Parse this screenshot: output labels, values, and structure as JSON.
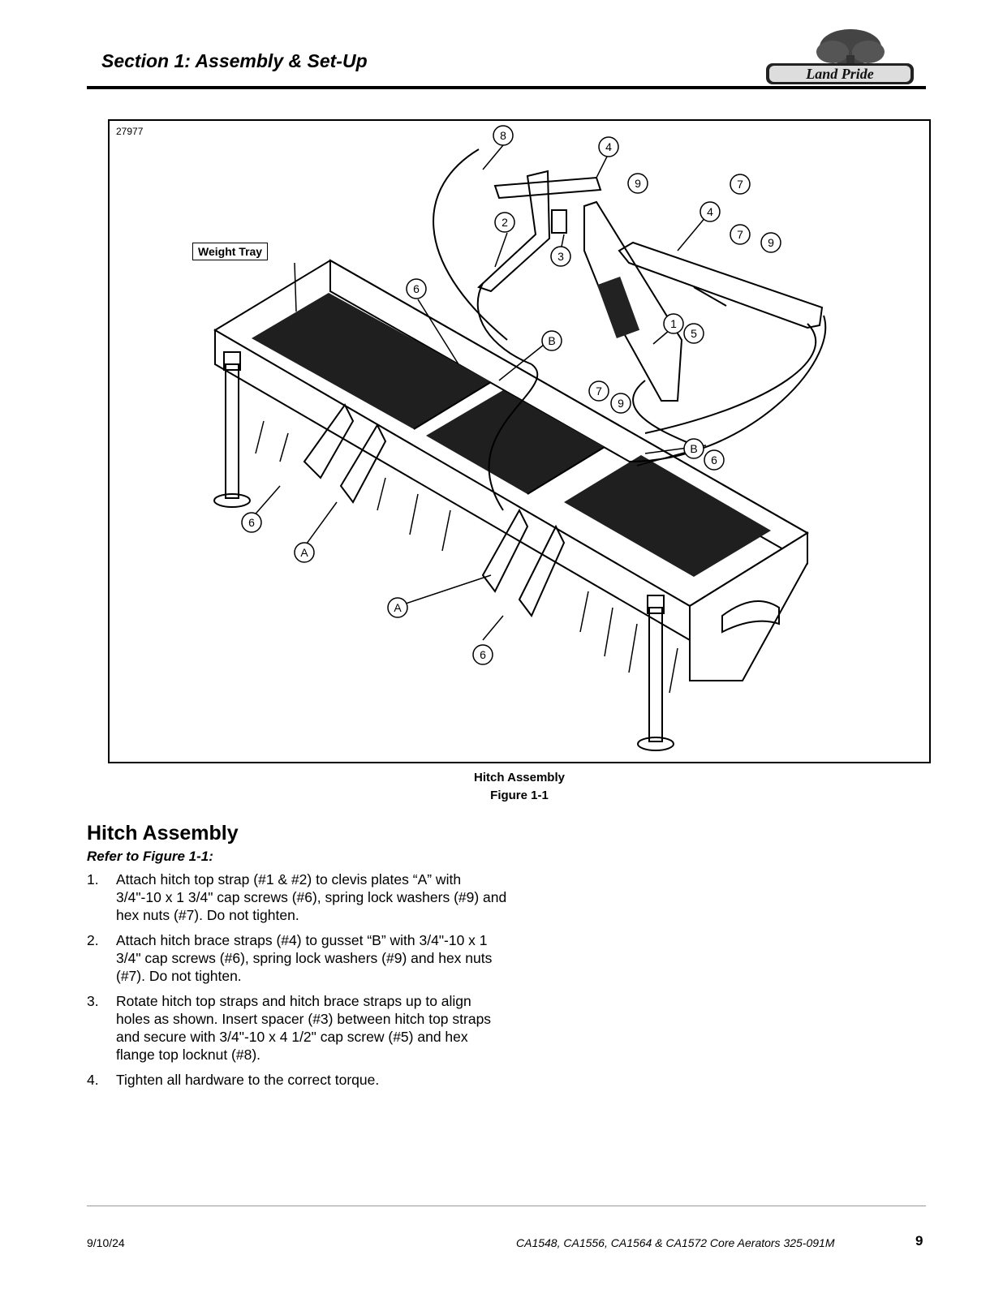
{
  "header": {
    "title": "Section 1: Assembly & Set-Up",
    "logo_text": "Land Pride"
  },
  "figure": {
    "number": "27977",
    "weight_tray_label": "Weight Tray",
    "callouts": [
      "1",
      "2",
      "3",
      "4",
      "4",
      "5",
      "6",
      "6",
      "6",
      "6",
      "7",
      "7",
      "7",
      "8",
      "9",
      "9",
      "9",
      "A",
      "A",
      "B",
      "B"
    ],
    "caption_title": "Hitch Assembly",
    "caption_number": "Figure 1-1"
  },
  "section": {
    "heading": "Hitch Assembly",
    "refer": "Refer to Figure 1-1:",
    "steps": [
      {
        "num": "1.",
        "text": "Attach hitch top strap (#1 & #2) to clevis plates “A” with 3/4\"-10 x 1 3/4\" cap screws (#6), spring lock washers (#9) and hex nuts (#7). Do not tighten."
      },
      {
        "num": "2.",
        "text": "Attach hitch brace straps (#4) to gusset “B” with 3/4\"-10 x 1 3/4\" cap screws (#6), spring lock washers (#9) and hex nuts (#7). Do not tighten."
      },
      {
        "num": "3.",
        "text": "Rotate hitch top straps and hitch brace straps up to align holes as shown. Insert spacer (#3) between hitch top straps and secure with 3/4\"-10 x 4 1/2\" cap screw (#5) and hex flange top locknut (#8)."
      },
      {
        "num": "4.",
        "text": "Tighten all hardware to the correct torque."
      }
    ]
  },
  "footer": {
    "date": "9/10/24",
    "doc": "CA1548, CA1556, CA1564 & CA1572 Core Aerators 325-091M",
    "page": "9"
  }
}
